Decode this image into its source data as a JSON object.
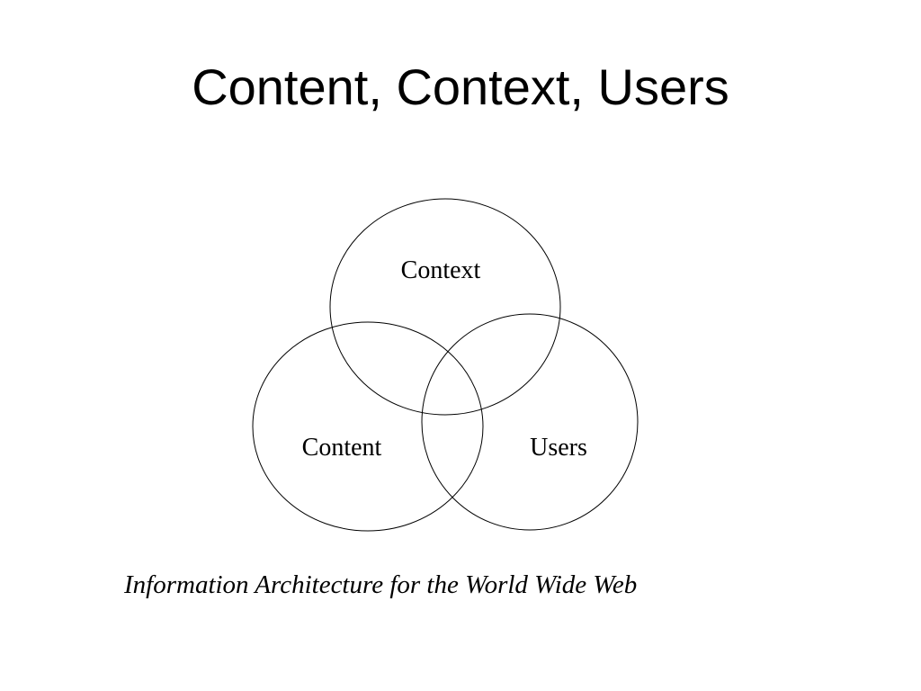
{
  "slide": {
    "title": "Content, Context, Users",
    "caption": "Information Architecture for the World Wide Web"
  },
  "diagram": {
    "circles": [
      {
        "label": "Context"
      },
      {
        "label": "Content"
      },
      {
        "label": "Users"
      }
    ]
  }
}
